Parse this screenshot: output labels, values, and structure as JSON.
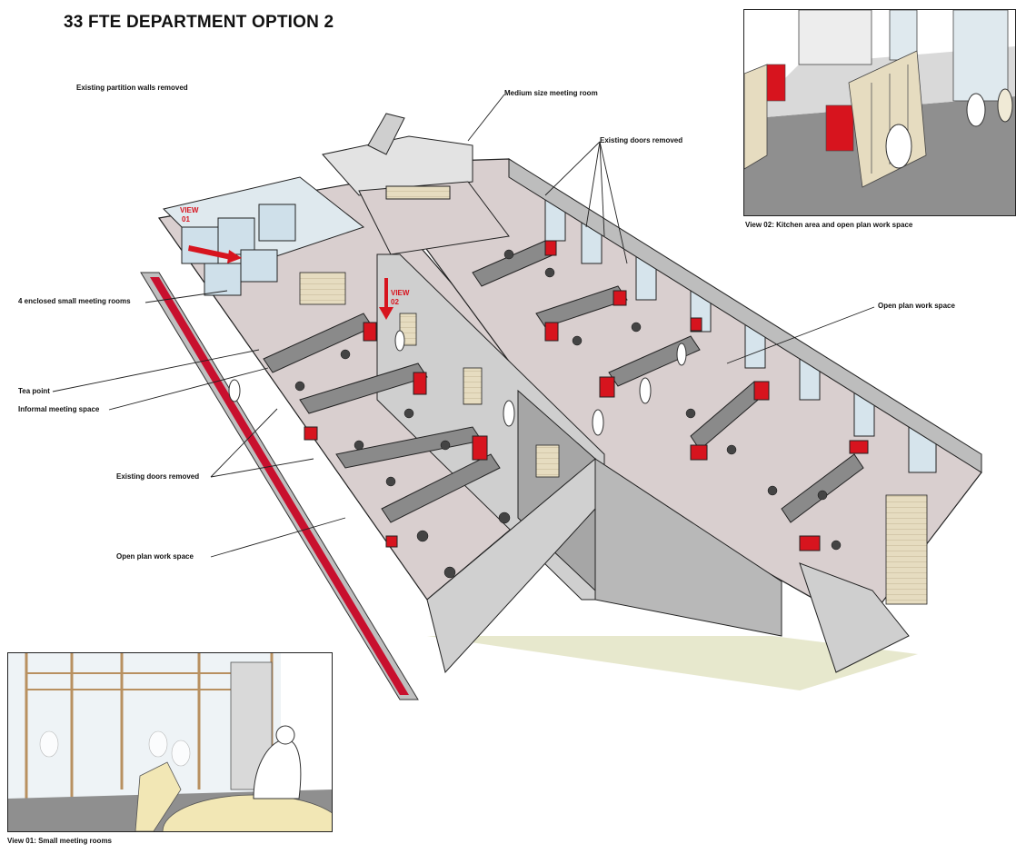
{
  "title": "33 FTE DEPARTMENT OPTION 2",
  "labels": {
    "partition_walls": "Existing partition walls removed",
    "medium_meeting": "Medium size meeting room",
    "doors_removed_top": "Existing doors removed",
    "small_meeting_rooms": "4 enclosed small meeting rooms",
    "open_plan_right": "Open plan work space",
    "tea_point": "Tea point",
    "informal_meeting": "Informal meeting space",
    "doors_removed_left": "Existing doors removed",
    "open_plan_left": "Open plan work space"
  },
  "markers": {
    "view01_a": "VIEW",
    "view01_b": "01",
    "view02_a": "VIEW",
    "view02_b": "02"
  },
  "insets": {
    "view02_caption": "View 02: Kitchen area and open plan work space",
    "view01_caption": "View 01: Small meeting rooms"
  },
  "colors": {
    "accent_red": "#d7141e",
    "floor": "#d9cfcf",
    "wall": "#e3e3e3",
    "wall_dark": "#9e9e9e",
    "shelving": "#e6dcc0",
    "glass": "#cfe0ea"
  }
}
